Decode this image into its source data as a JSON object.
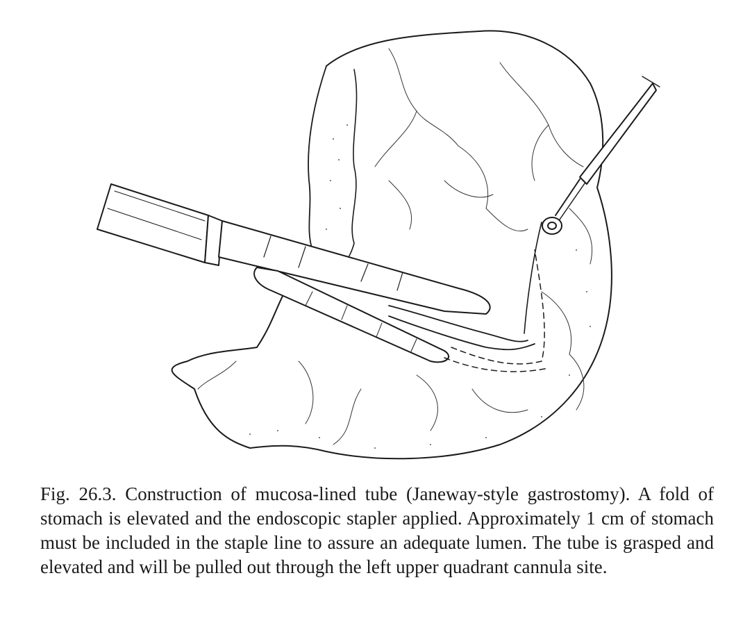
{
  "figure": {
    "illustration": "surgical-line-drawing-stomach-stapler"
  },
  "caption": {
    "label": "Fig. 26.3.",
    "text": "Construction of mucosa-lined tube (Janeway-style gastrostomy). A fold of stomach is elevated and the endoscopic stapler applied. Approximately 1 cm of stomach must be included in the staple line to assure an adequate lumen. The tube is grasped and elevated and will be pulled out through the left upper quadrant cannula site."
  },
  "colors": {
    "ink": "#1a1a1a",
    "background": "#ffffff"
  }
}
